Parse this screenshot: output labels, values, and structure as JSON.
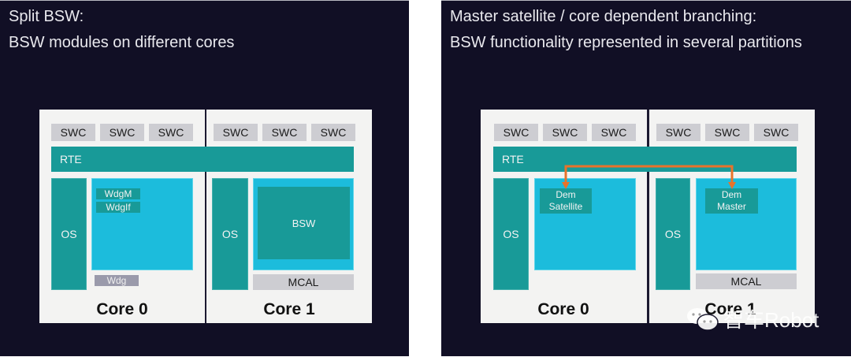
{
  "left_panel": {
    "title_line1": "Split BSW:",
    "title_line2": "BSW modules on different cores",
    "core0": {
      "swc": [
        "SWC",
        "SWC",
        "SWC"
      ],
      "rte": "RTE",
      "os": "OS",
      "modules": [
        "WdgM",
        "WdgIf"
      ],
      "wdg": "Wdg",
      "label": "Core 0"
    },
    "core1": {
      "swc": [
        "SWC",
        "SWC",
        "SWC"
      ],
      "os": "OS",
      "bsw": "BSW",
      "mcal": "MCAL",
      "label": "Core 1"
    }
  },
  "right_panel": {
    "title_line1": "Master satellite / core dependent branching:",
    "title_line2": "BSW functionality represented in several partitions",
    "core0": {
      "swc": [
        "SWC",
        "SWC",
        "SWC"
      ],
      "rte": "RTE",
      "os": "OS",
      "dem_line1": "Dem",
      "dem_line2": "Satellite",
      "label": "Core 0"
    },
    "core1": {
      "swc": [
        "SWC",
        "SWC",
        "SWC"
      ],
      "os": "OS",
      "dem_line1": "Dem",
      "dem_line2": "Master",
      "mcal": "MCAL",
      "label": "Core 1"
    },
    "connector_color": "#e8732a"
  },
  "watermark": {
    "icon": "wechat-icon",
    "text": "智车Robot"
  }
}
